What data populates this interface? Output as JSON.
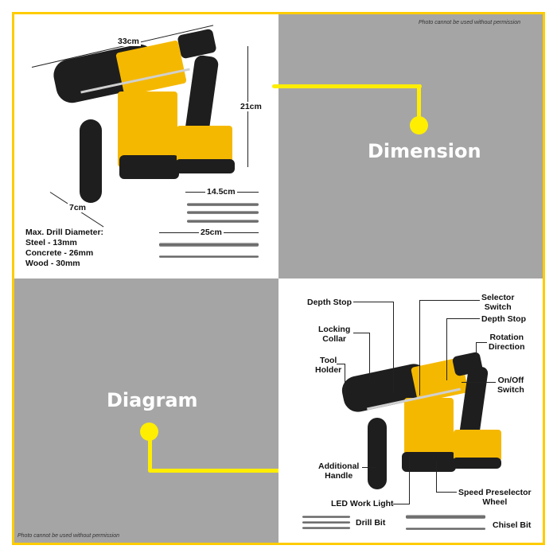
{
  "watermark": "Photo cannot be used without permission",
  "colors": {
    "frame": "#ffcc00",
    "connector": "#ffee00",
    "panel_gray": "#a6a5a6",
    "title_text": "#ffffff"
  },
  "dimension_section": {
    "title": "Dimension",
    "measurements": {
      "length": "33cm",
      "height": "21cm",
      "handle": "7cm",
      "drill_bit_length": "14.5cm",
      "chisel_length": "25cm"
    },
    "specs": {
      "heading": "Max. Drill Diameter:",
      "lines": [
        "Steel - 13mm",
        "Concrete - 26mm",
        "Wood - 30mm"
      ]
    }
  },
  "diagram_section": {
    "title": "Diagram",
    "labels": {
      "depth_stop_left": "Depth Stop",
      "locking_collar": [
        "Locking",
        "Collar"
      ],
      "tool_holder": [
        "Tool",
        "Holder"
      ],
      "selector_switch": [
        "Selector",
        "Switch"
      ],
      "depth_stop_right": "Depth Stop",
      "rotation_direction": [
        "Rotation",
        "Direction"
      ],
      "on_off_switch": [
        "On/Off",
        "Switch"
      ],
      "additional_handle": [
        "Additional",
        "Handle"
      ],
      "speed_preselector": [
        "Speed Preselector",
        "Wheel"
      ],
      "led_work_light": "LED Work Light",
      "drill_bit": "Drill Bit",
      "chisel_bit": "Chisel Bit"
    }
  }
}
